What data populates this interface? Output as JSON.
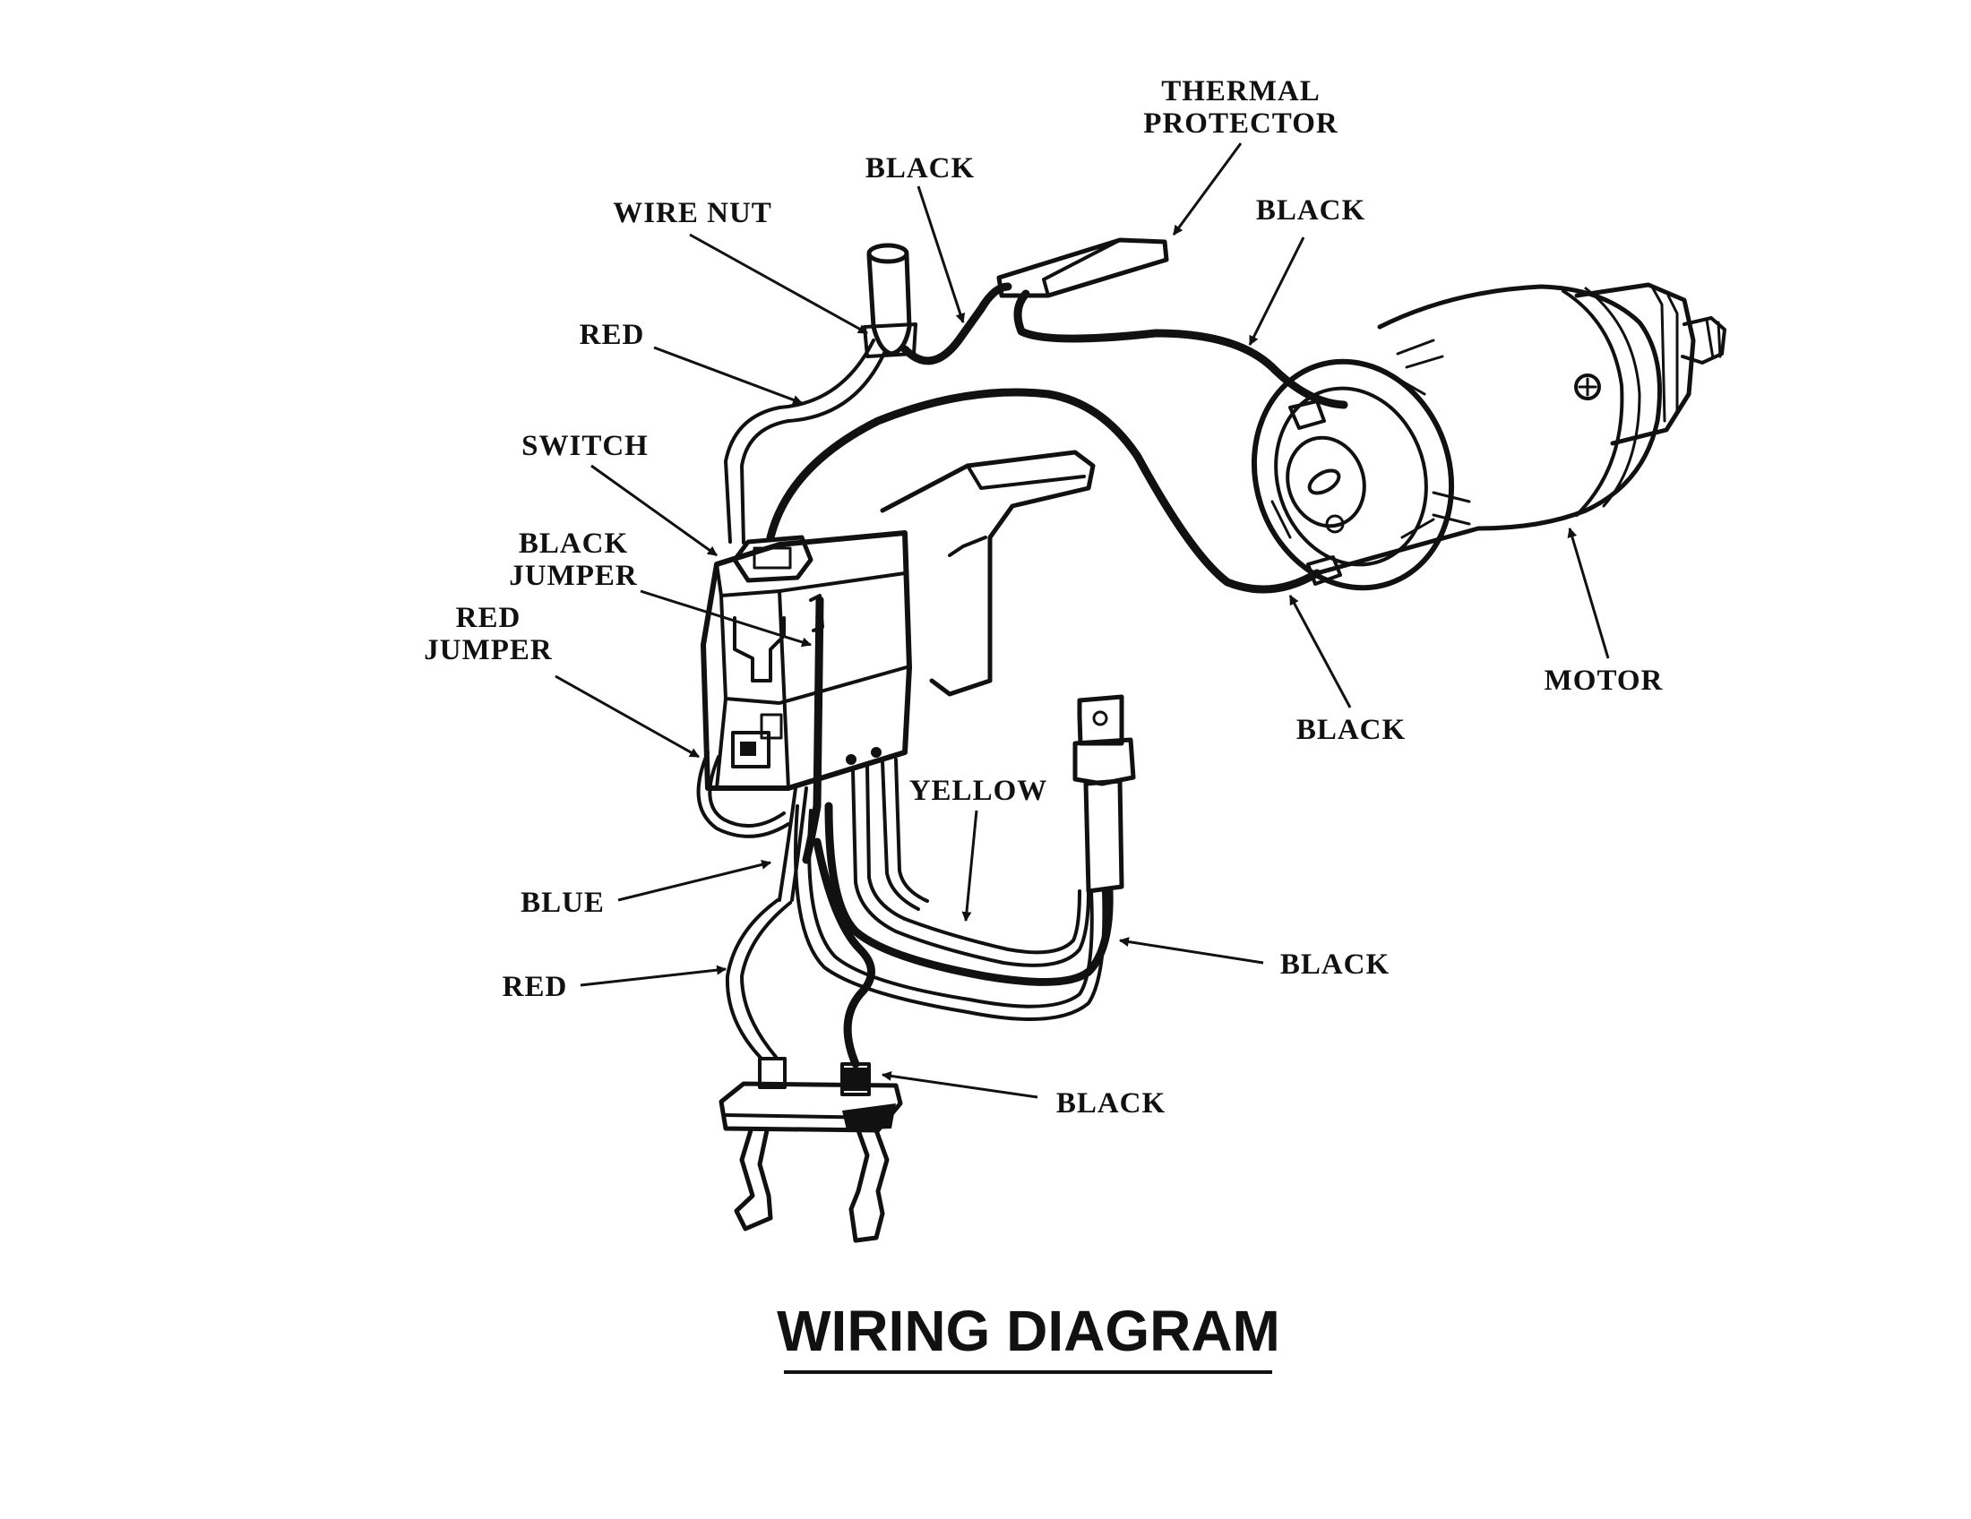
{
  "diagram": {
    "title": "WIRING DIAGRAM",
    "labels": {
      "thermal_protector_line1": "THERMAL",
      "thermal_protector_line2": "PROTECTOR",
      "black_top_left": "BLACK",
      "black_top_right": "BLACK",
      "wire_nut": "WIRE NUT",
      "red_top": "RED",
      "switch": "SWITCH",
      "black_jumper_line1": "BLACK",
      "black_jumper_line2": "JUMPER",
      "red_jumper_line1": "RED",
      "red_jumper_line2": "JUMPER",
      "black_motor_lower": "BLACK",
      "motor": "MOTOR",
      "yellow": "YELLOW",
      "blue": "BLUE",
      "red_bottom": "RED",
      "black_right": "BLACK",
      "black_bottom": "BLACK"
    }
  }
}
